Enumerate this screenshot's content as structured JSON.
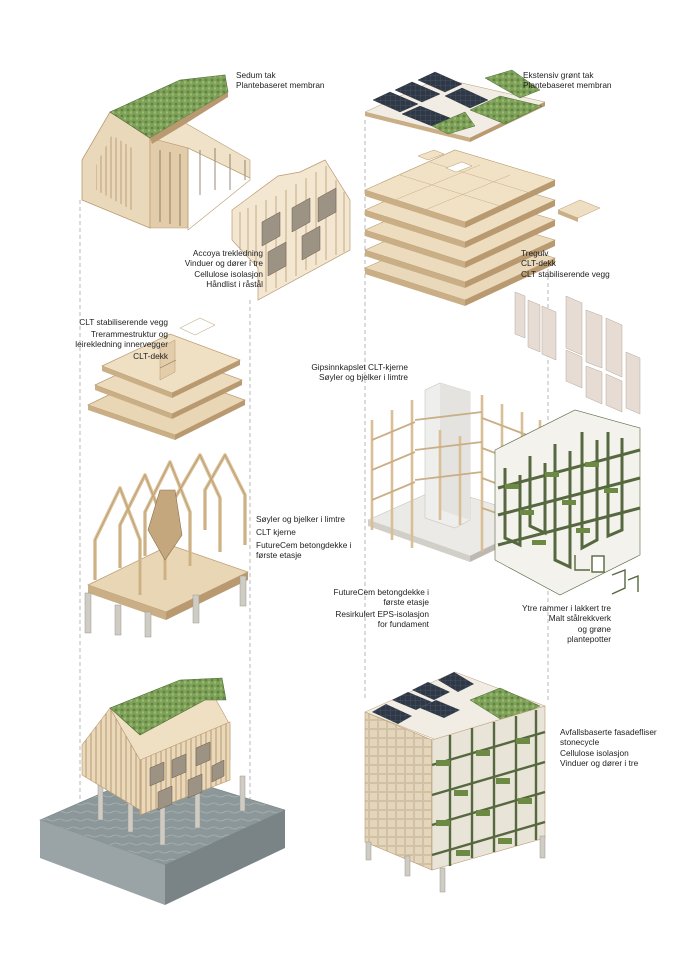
{
  "labels": {
    "l_roof": [
      "Sedum tak",
      "Plantebaseret  membran"
    ],
    "l_facade": [
      "Accoya trekledning",
      "Vinduer og dører i tre",
      "Cellulose isolasjon",
      "Håndlist i råstål"
    ],
    "l_clt_wall": [
      "CLT stabiliserende vegg"
    ],
    "l_frame": [
      "Trerammestruktur og",
      "leirekledning innervegger"
    ],
    "l_clt_deck": [
      "CLT-dekk"
    ],
    "l_glulam": [
      "Søyler og bjelker i limtre"
    ],
    "l_core": [
      "CLT kjerne"
    ],
    "l_futurecem": [
      "FutureCem betongdekke i",
      "første etasje"
    ],
    "r_roof": [
      "Ekstensiv grønt tak",
      "Plantebaseret  membran"
    ],
    "r_floor": [
      "Tregulv",
      "CLT-dekk",
      "CLT stabiliserende vegg"
    ],
    "r_core": [
      "Gipsinnkapslet CLT-kjerne",
      "Søyler og bjelker i limtre"
    ],
    "r_futurecem": [
      "FutureCem betongdekke i",
      "første etasje"
    ],
    "r_eps": [
      "Resirkulert EPS-isolasjon",
      "for fundament"
    ],
    "r_frames": [
      "Ytre rammer i lakkert tre",
      "Malt stålrekkverk",
      "og grøne",
      "plantepotter"
    ],
    "r_facade": [
      "Avfallsbaserte fasadefliser",
      "stonecycle",
      "Cellulose isolasjon",
      "Vinduer og dører i tre"
    ]
  },
  "colors": {
    "wood_light": "#ead8bb",
    "wood_mid": "#d9c09a",
    "wood_dark": "#b99a70",
    "green_roof": "#7fa25a",
    "green_dark": "#4d6b36",
    "solar": "#2f3846",
    "water": "#8c979a",
    "concrete": "#d8d6d0",
    "facade_green": "#56683f"
  }
}
